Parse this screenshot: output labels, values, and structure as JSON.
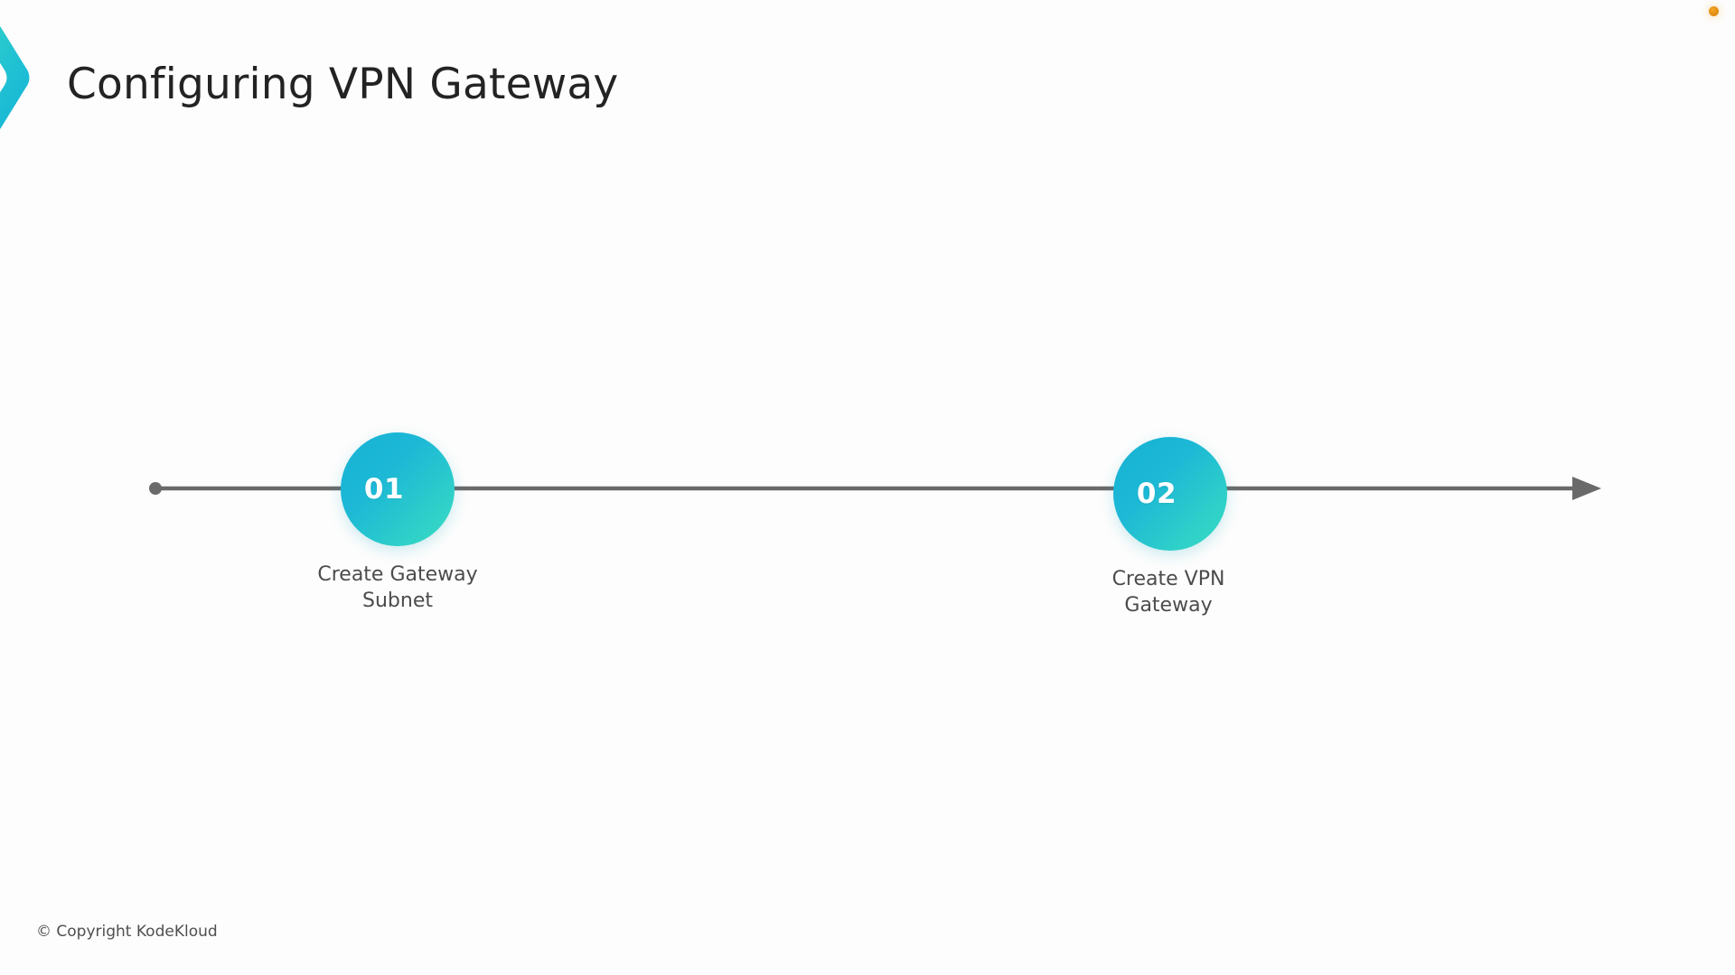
{
  "slide": {
    "title": "Configuring VPN Gateway",
    "background_color": "#fdfdfd",
    "title_color": "#232323"
  },
  "logo": {
    "name": "kodekloud-chevron-logo",
    "gradient_from": "#3bdcc2",
    "gradient_to": "#16b4d8"
  },
  "corner_indicator": {
    "name": "recording-indicator-dot",
    "color": "#e8960f"
  },
  "timeline": {
    "line_color": "#6a6a6a",
    "start_dot": "start-dot",
    "end_arrow": "end-arrowhead",
    "node_gradient_from": "#18b2d4",
    "node_gradient_to": "#3ddcc4",
    "steps": [
      {
        "number": "01",
        "label_line1": "Create Gateway",
        "label_line2": "Subnet"
      },
      {
        "number": "02",
        "label_line1": "Create VPN",
        "label_line2": "Gateway"
      }
    ]
  },
  "footer": {
    "copyright": "© Copyright KodeKloud"
  }
}
